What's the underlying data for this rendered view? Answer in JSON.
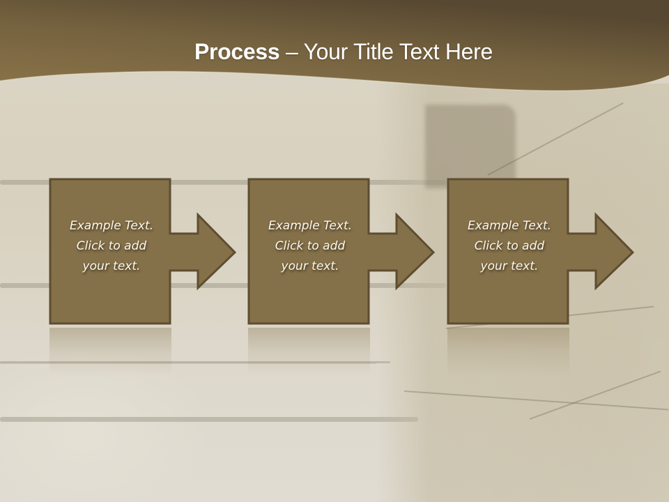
{
  "slide": {
    "title_bold": "Process",
    "title_rest": " – Your Title Text Here",
    "colors": {
      "header_top": "#5a4b31",
      "header_bottom": "#8a7449",
      "shape_fill": "#847049",
      "shape_border": "#5e4d30",
      "background": "#d8d2c2",
      "text": "#ffffff"
    }
  },
  "steps": [
    {
      "line1": "Example Text.",
      "line2": "Click  to add",
      "line3": "your text."
    },
    {
      "line1": "Example Text.",
      "line2": "Click  to add",
      "line3": "your text."
    },
    {
      "line1": "Example Text.",
      "line2": "Click  to add",
      "line3": "your text."
    }
  ]
}
